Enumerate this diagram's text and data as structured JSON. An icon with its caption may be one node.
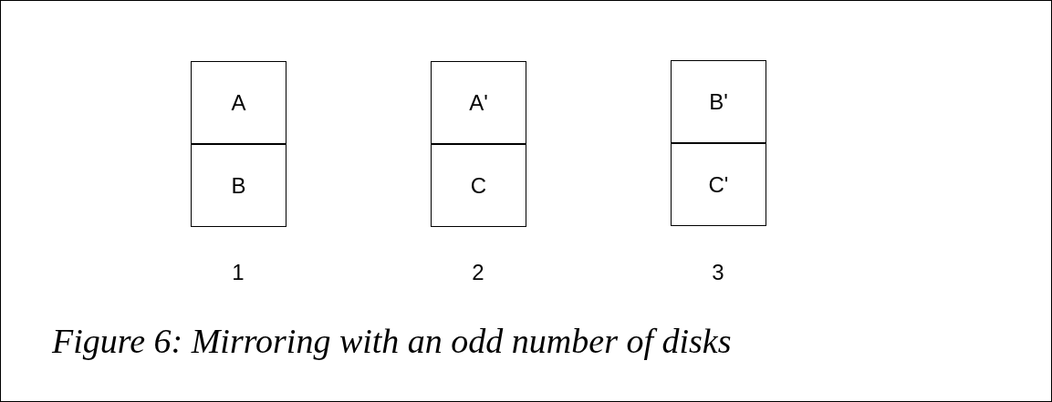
{
  "diagram": {
    "caption": "Figure 6: Mirroring with an odd number of disks",
    "nodes": [
      {
        "text": [
          "A"
        ]
      },
      {
        "text": [
          "B"
        ]
      },
      {
        "text": [
          "A'"
        ]
      },
      {
        "text": [
          "C"
        ]
      },
      {
        "text": [
          "B'"
        ]
      },
      {
        "text": [
          "C'"
        ]
      }
    ],
    "labels": [
      "1",
      "2",
      "3"
    ]
  }
}
